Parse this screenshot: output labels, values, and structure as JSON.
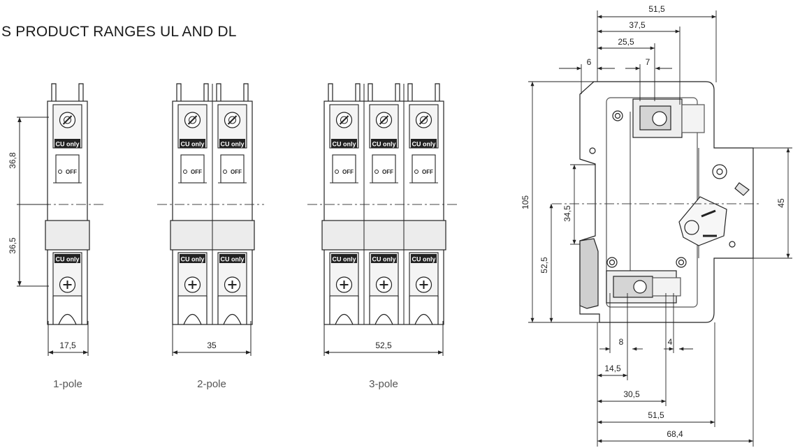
{
  "title": "S PRODUCT RANGES UL AND DL",
  "labels": {
    "cu_only": "CU only",
    "off": "OFF"
  },
  "front_views": [
    {
      "caption": "1-pole",
      "width_dim": "17,5",
      "upper_dim": "36,8",
      "lower_dim": "36,5"
    },
    {
      "caption": "2-pole",
      "width_dim": "35"
    },
    {
      "caption": "3-pole",
      "width_dim": "52,5"
    }
  ],
  "side_view": {
    "top_dims": [
      "51,5",
      "37,5",
      "25,5",
      "6",
      "7"
    ],
    "left_dims": [
      "105",
      "34,5",
      "52,5"
    ],
    "right_dims": [
      "45"
    ],
    "bottom_dims": [
      "8",
      "4",
      "14,5",
      "30,5",
      "51,5",
      "68,4"
    ]
  }
}
